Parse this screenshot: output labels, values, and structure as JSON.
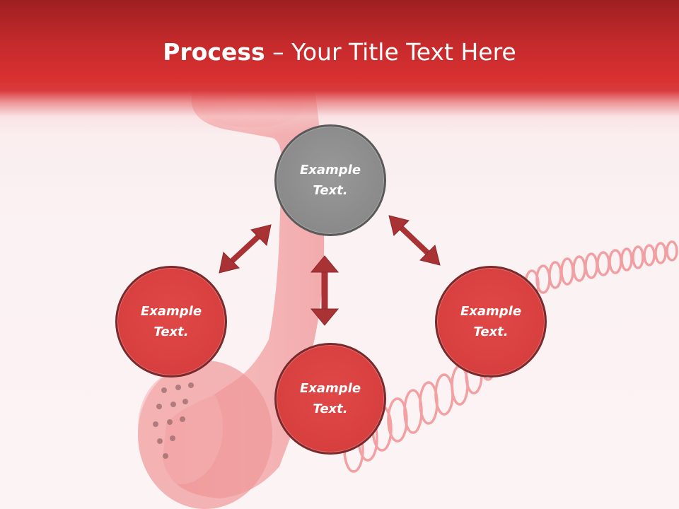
{
  "slide": {
    "title_bold": "Process",
    "title_rest": " – Your Title Text Here"
  },
  "nodes": [
    {
      "id": "top",
      "text": "Example Text.",
      "color": "#8c8c8c"
    },
    {
      "id": "left",
      "text": "Example Text.",
      "color": "#d94040"
    },
    {
      "id": "bottom",
      "text": "Example Text.",
      "color": "#d94040"
    },
    {
      "id": "right",
      "text": "Example Text.",
      "color": "#d94040"
    }
  ],
  "colors": {
    "header": "#d83031",
    "arrow": "#a83234",
    "node_border": "#7a2a2c"
  },
  "icons": [
    "telephone-receiver-image",
    "double-arrow-icon"
  ]
}
